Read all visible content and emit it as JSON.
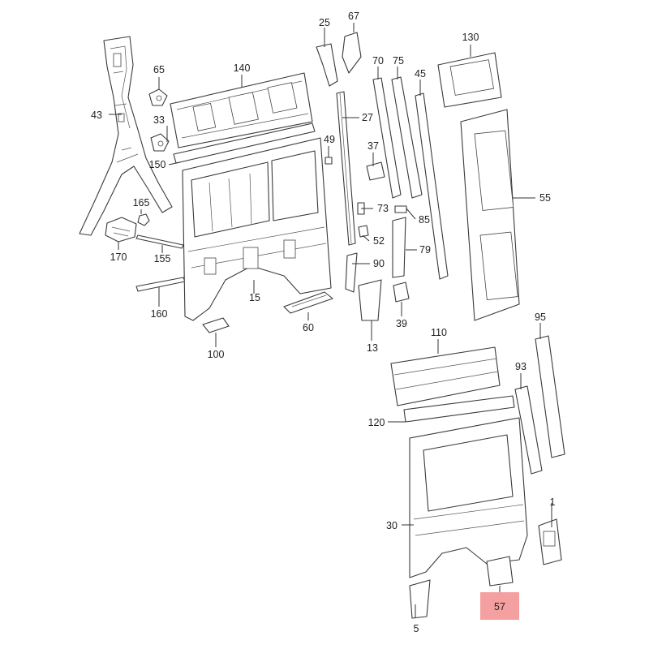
{
  "diagram": {
    "highlight_color": "#f4a0a0",
    "line_color": "#333333",
    "callouts": {
      "p1": "1",
      "p5": "5",
      "p13": "13",
      "p15": "15",
      "p25": "25",
      "p27": "27",
      "p30": "30",
      "p33": "33",
      "p37": "37",
      "p39": "39",
      "p43": "43",
      "p45": "45",
      "p49": "49",
      "p52": "52",
      "p55": "55",
      "p57": "57",
      "p60": "60",
      "p65": "65",
      "p67": "67",
      "p70": "70",
      "p73": "73",
      "p75": "75",
      "p79": "79",
      "p85": "85",
      "p90": "90",
      "p93": "93",
      "p95": "95",
      "p100": "100",
      "p110": "110",
      "p120": "120",
      "p130": "130",
      "p140": "140",
      "p150": "150",
      "p155": "155",
      "p160": "160",
      "p165": "165",
      "p170": "170"
    },
    "highlighted_part": "57"
  }
}
